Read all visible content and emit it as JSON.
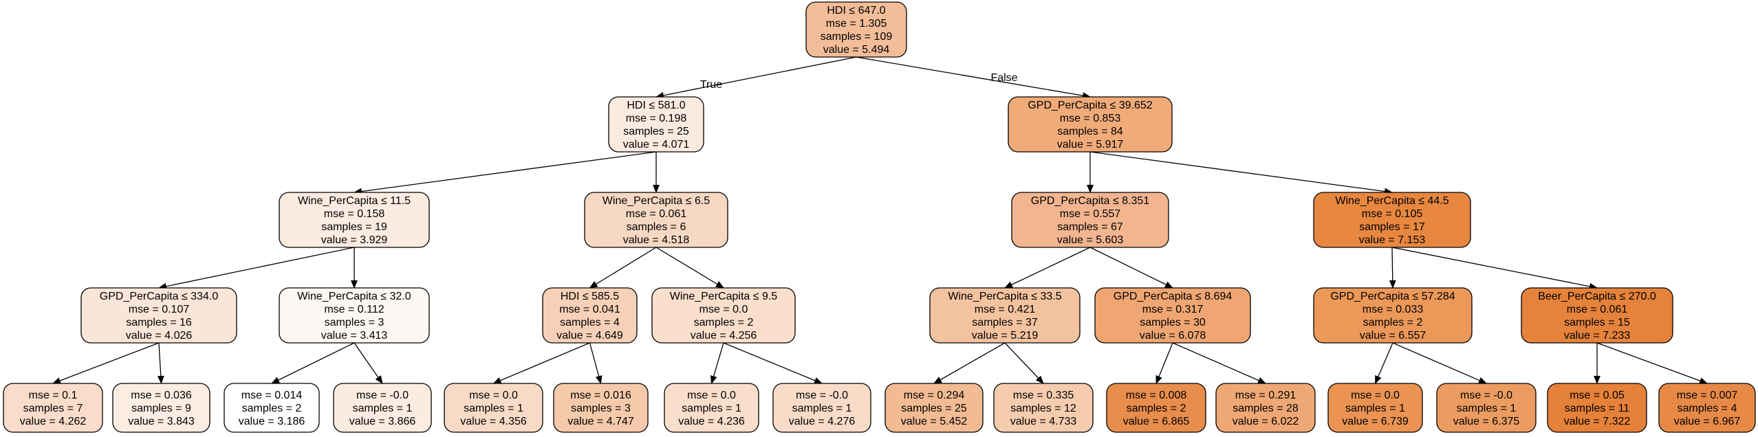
{
  "diagram": {
    "type": "decision-tree",
    "nodes": [
      {
        "id": "n0",
        "lines": [
          "HDI ≤ 647.0",
          "mse = 1.305",
          "samples = 109",
          "value = 5.494"
        ],
        "fill": "#f2bd98"
      },
      {
        "id": "n1",
        "lines": [
          "HDI ≤ 581.0",
          "mse = 0.198",
          "samples = 25",
          "value = 4.071"
        ],
        "fill": "#fbeadf"
      },
      {
        "id": "n2",
        "lines": [
          "GPD_PerCapita ≤ 39.652",
          "mse = 0.853",
          "samples = 84",
          "value = 5.917"
        ],
        "fill": "#f0ab79"
      },
      {
        "id": "n3",
        "lines": [
          "Wine_PerCapita ≤ 11.5",
          "mse = 0.158",
          "samples = 19",
          "value = 3.929"
        ],
        "fill": "#fbebe0"
      },
      {
        "id": "n4",
        "lines": [
          "Wine_PerCapita ≤ 6.5",
          "mse = 0.061",
          "samples = 6",
          "value = 4.518"
        ],
        "fill": "#f7d8c2"
      },
      {
        "id": "n5",
        "lines": [
          "GPD_PerCapita ≤ 8.351",
          "mse = 0.557",
          "samples = 67",
          "value = 5.603"
        ],
        "fill": "#f2b590"
      },
      {
        "id": "n6",
        "lines": [
          "Wine_PerCapita ≤ 44.5",
          "mse = 0.105",
          "samples = 17",
          "value = 7.153"
        ],
        "fill": "#e88740"
      },
      {
        "id": "n7",
        "lines": [
          "GPD_PerCapita ≤ 334.0",
          "mse = 0.107",
          "samples = 16",
          "value = 4.026"
        ],
        "fill": "#fae6d8"
      },
      {
        "id": "n8",
        "lines": [
          "Wine_PerCapita ≤ 32.0",
          "mse = 0.112",
          "samples = 3",
          "value = 3.413"
        ],
        "fill": "#fdf7f3"
      },
      {
        "id": "n9",
        "lines": [
          "HDI ≤ 585.5",
          "mse = 0.041",
          "samples = 4",
          "value = 4.649"
        ],
        "fill": "#f6d1b7"
      },
      {
        "id": "n10",
        "lines": [
          "Wine_PerCapita ≤ 9.5",
          "mse = 0.0",
          "samples = 2",
          "value = 4.256"
        ],
        "fill": "#f9dfcc"
      },
      {
        "id": "n11",
        "lines": [
          "Wine_PerCapita ≤ 33.5",
          "mse = 0.421",
          "samples = 37",
          "value = 5.219"
        ],
        "fill": "#f3c29f"
      },
      {
        "id": "n12",
        "lines": [
          "GPD_PerCapita ≤ 8.694",
          "mse = 0.317",
          "samples = 30",
          "value = 6.078"
        ],
        "fill": "#efa672"
      },
      {
        "id": "n13",
        "lines": [
          "GPD_PerCapita ≤ 57.284",
          "mse = 0.033",
          "samples = 2",
          "value = 6.557"
        ],
        "fill": "#ec9859"
      },
      {
        "id": "n14",
        "lines": [
          "Beer_PerCapita ≤ 270.0",
          "mse = 0.061",
          "samples = 15",
          "value = 7.233"
        ],
        "fill": "#e5823b"
      },
      {
        "id": "n15",
        "lines": [
          "mse = 0.1",
          "samples = 7",
          "value = 4.262"
        ],
        "fill": "#f9ddca"
      },
      {
        "id": "n16",
        "lines": [
          "mse = 0.036",
          "samples = 9",
          "value = 3.843"
        ],
        "fill": "#fcede3"
      },
      {
        "id": "n17",
        "lines": [
          "mse = 0.014",
          "samples = 2",
          "value = 3.186"
        ],
        "fill": "#ffffff"
      },
      {
        "id": "n18",
        "lines": [
          "mse = -0.0",
          "samples = 1",
          "value = 3.866"
        ],
        "fill": "#fcebe0"
      },
      {
        "id": "n19",
        "lines": [
          "mse = 0.0",
          "samples = 1",
          "value = 4.356"
        ],
        "fill": "#f8dbc6"
      },
      {
        "id": "n20",
        "lines": [
          "mse = 0.016",
          "samples = 3",
          "value = 4.747"
        ],
        "fill": "#f5caab"
      },
      {
        "id": "n21",
        "lines": [
          "mse = 0.0",
          "samples = 1",
          "value = 4.236"
        ],
        "fill": "#f9decb"
      },
      {
        "id": "n22",
        "lines": [
          "mse = -0.0",
          "samples = 1",
          "value = 4.276"
        ],
        "fill": "#f9dcc8"
      },
      {
        "id": "n23",
        "lines": [
          "mse = 0.294",
          "samples = 25",
          "value = 5.452"
        ],
        "fill": "#f2bb93"
      },
      {
        "id": "n24",
        "lines": [
          "mse = 0.335",
          "samples = 12",
          "value = 4.733"
        ],
        "fill": "#f5ccae"
      },
      {
        "id": "n25",
        "lines": [
          "mse = 0.008",
          "samples = 2",
          "value = 6.865"
        ],
        "fill": "#e88d4c"
      },
      {
        "id": "n26",
        "lines": [
          "mse = 0.291",
          "samples = 28",
          "value = 6.022"
        ],
        "fill": "#efa875"
      },
      {
        "id": "n27",
        "lines": [
          "mse = 0.0",
          "samples = 1",
          "value = 6.739"
        ],
        "fill": "#ea9353"
      },
      {
        "id": "n28",
        "lines": [
          "mse = -0.0",
          "samples = 1",
          "value = 6.375"
        ],
        "fill": "#ec9c61"
      },
      {
        "id": "n29",
        "lines": [
          "mse = 0.05",
          "samples = 11",
          "value = 7.322"
        ],
        "fill": "#e58139"
      },
      {
        "id": "n30",
        "lines": [
          "mse = 0.007",
          "samples = 4",
          "value = 6.967"
        ],
        "fill": "#e78a47"
      }
    ],
    "edges": [
      {
        "from": "n0",
        "to": "n1",
        "label": "True"
      },
      {
        "from": "n0",
        "to": "n2",
        "label": "False"
      },
      {
        "from": "n1",
        "to": "n3",
        "label": ""
      },
      {
        "from": "n1",
        "to": "n4",
        "label": ""
      },
      {
        "from": "n2",
        "to": "n5",
        "label": ""
      },
      {
        "from": "n2",
        "to": "n6",
        "label": ""
      },
      {
        "from": "n3",
        "to": "n7",
        "label": ""
      },
      {
        "from": "n3",
        "to": "n8",
        "label": ""
      },
      {
        "from": "n4",
        "to": "n9",
        "label": ""
      },
      {
        "from": "n4",
        "to": "n10",
        "label": ""
      },
      {
        "from": "n5",
        "to": "n11",
        "label": ""
      },
      {
        "from": "n5",
        "to": "n12",
        "label": ""
      },
      {
        "from": "n6",
        "to": "n13",
        "label": ""
      },
      {
        "from": "n6",
        "to": "n14",
        "label": ""
      },
      {
        "from": "n7",
        "to": "n15",
        "label": ""
      },
      {
        "from": "n7",
        "to": "n16",
        "label": ""
      },
      {
        "from": "n8",
        "to": "n17",
        "label": ""
      },
      {
        "from": "n8",
        "to": "n18",
        "label": ""
      },
      {
        "from": "n9",
        "to": "n19",
        "label": ""
      },
      {
        "from": "n9",
        "to": "n20",
        "label": ""
      },
      {
        "from": "n10",
        "to": "n21",
        "label": ""
      },
      {
        "from": "n10",
        "to": "n22",
        "label": ""
      },
      {
        "from": "n11",
        "to": "n23",
        "label": ""
      },
      {
        "from": "n11",
        "to": "n24",
        "label": ""
      },
      {
        "from": "n12",
        "to": "n25",
        "label": ""
      },
      {
        "from": "n12",
        "to": "n26",
        "label": ""
      },
      {
        "from": "n13",
        "to": "n27",
        "label": ""
      },
      {
        "from": "n13",
        "to": "n28",
        "label": ""
      },
      {
        "from": "n14",
        "to": "n29",
        "label": ""
      },
      {
        "from": "n14",
        "to": "n30",
        "label": ""
      }
    ]
  }
}
